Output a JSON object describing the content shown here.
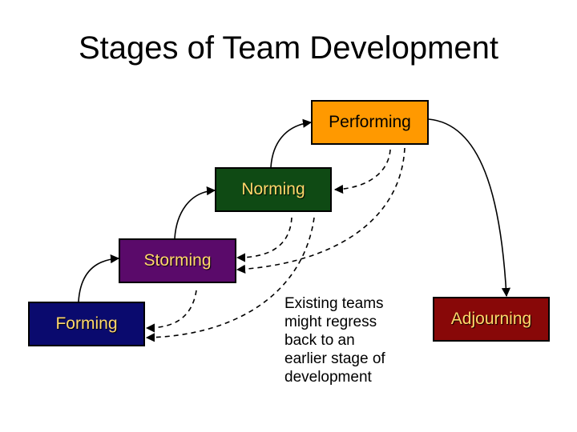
{
  "title": "Stages of Team Development",
  "stages": {
    "forming": {
      "label": "Forming",
      "fill": "#0a0a6e",
      "text_color": "#ffd86b"
    },
    "storming": {
      "label": "Storming",
      "fill": "#5a0a6a",
      "text_color": "#ffd86b"
    },
    "norming": {
      "label": "Norming",
      "fill": "#0f4a14",
      "text_color": "#ffd86b"
    },
    "performing": {
      "label": "Performing",
      "fill": "#ff9900",
      "text_color": "#000000"
    },
    "adjourning": {
      "label": "Adjourning",
      "fill": "#880808",
      "text_color": "#ffd86b"
    }
  },
  "note": "Existing teams\nmight regress\nback to an\nearlier stage of\ndevelopment"
}
